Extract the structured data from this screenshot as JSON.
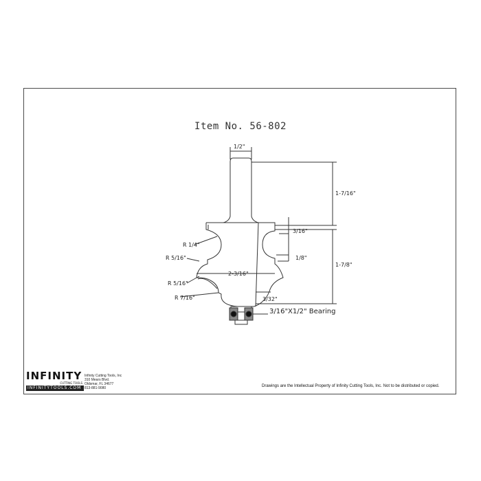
{
  "drawing": {
    "title": "Item No. 56-802",
    "dimensions": {
      "shank_width": "1/2\"",
      "shank_length": "1-7/16\"",
      "cut_height": "1-7/8\"",
      "top_step": "3/16\"",
      "mid_step": "1/8\"",
      "diameter": "2-3/16\"",
      "offset": "3/32\"",
      "radius_1": "R 1/4\"",
      "radius_2": "R 5/16\"",
      "radius_3": "R 5/16\"",
      "radius_4": "R 7/16\"",
      "bearing": "3/16\"X1/2\" Bearing"
    }
  },
  "title_block": {
    "logo_text": "INFINITY",
    "logo_subtext": "CUTTING TOOLS",
    "logo_url": "INFINITYTOOLS.COM",
    "company_lines": [
      "Infinity Cutting Tools, Inc",
      "310 Mears Blvd.",
      "Oldsmar, FL  34677",
      "813-881-9080"
    ],
    "notice": "Drawings are the Intellectual Property of Infinity Cutting Tools, Inc. Not to be distributed or copied."
  },
  "colors": {
    "line": "#333333",
    "frame": "#4a4a4a",
    "background": "#ffffff"
  }
}
